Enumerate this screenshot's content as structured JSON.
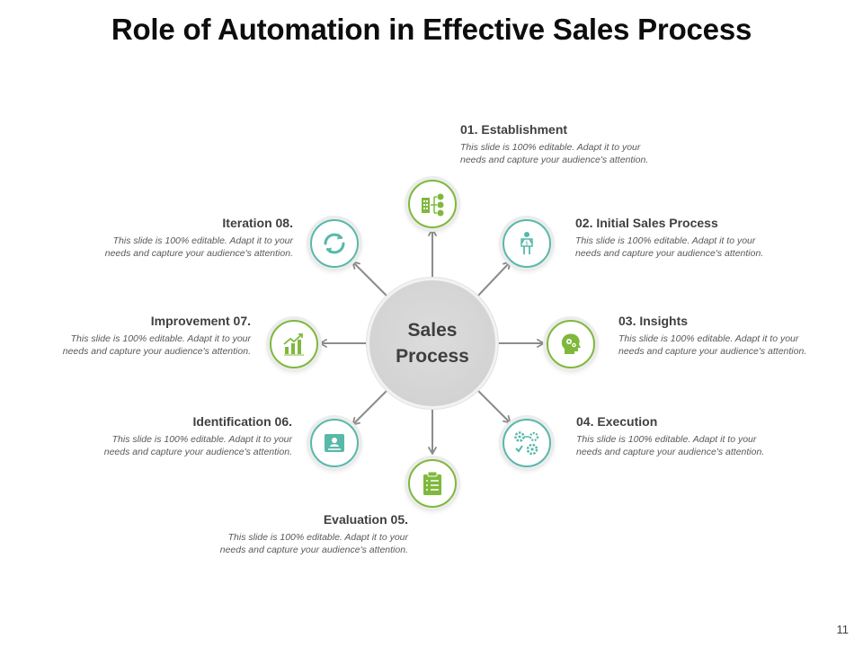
{
  "title": "Role of Automation in Effective Sales Process",
  "hub": {
    "text": "Sales\nProcess"
  },
  "steps": [
    {
      "heading": "01. Establishment",
      "desc": "This slide is 100% editable. Adapt it to your\nneeds and capture your audience's attention.",
      "icon": "building-flow-icon"
    },
    {
      "heading": "02. Initial Sales Process",
      "desc": "This slide is 100% editable. Adapt it to your\nneeds and capture your audience's attention.",
      "icon": "person-sign-icon"
    },
    {
      "heading": "03. Insights",
      "desc": "This slide is 100% editable. Adapt it to your\nneeds and capture your audience's attention.",
      "icon": "head-gears-icon"
    },
    {
      "heading": "04. Execution",
      "desc": "This slide is 100% editable. Adapt it to your\nneeds and capture your audience's attention.",
      "icon": "gears-check-icon"
    },
    {
      "heading": "Evaluation 05.",
      "desc": "This slide is 100% editable. Adapt it to your\nneeds and capture your audience's attention.",
      "icon": "clipboard-checklist-icon"
    },
    {
      "heading": "Identification 06.",
      "desc": "This slide is 100% editable. Adapt it to your\nneeds and capture your audience's attention.",
      "icon": "id-card-icon"
    },
    {
      "heading": "Improvement  07.",
      "desc": "This slide is 100% editable. Adapt it to your\nneeds and capture your audience's attention.",
      "icon": "growth-chart-icon"
    },
    {
      "heading": "Iteration 08.",
      "desc": "This slide is 100% editable. Adapt it to your\nneeds and capture your audience's attention.",
      "icon": "cycle-arrows-icon"
    }
  ],
  "colors": {
    "teal": "#58b8aa",
    "green": "#7fb83c",
    "hub": "#d6d6d6",
    "arrow": "#8c8c8c"
  },
  "page_number": "11"
}
